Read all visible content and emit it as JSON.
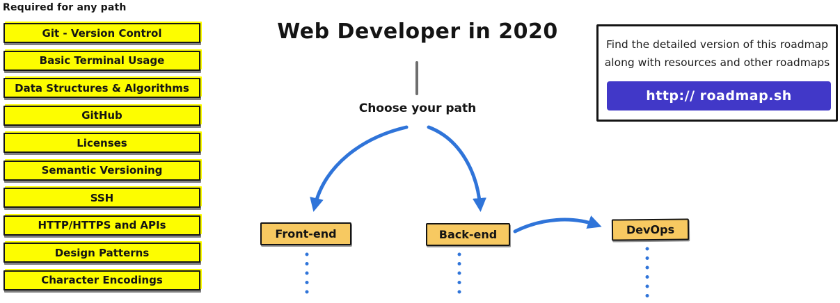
{
  "sidebar": {
    "heading": "Required for any path",
    "items": [
      "Git - Version Control",
      "Basic Terminal Usage",
      "Data Structures & Algorithms",
      "GitHub",
      "Licenses",
      "Semantic Versioning",
      "SSH",
      "HTTP/HTTPS and APIs",
      "Design Patterns",
      "Character Encodings"
    ]
  },
  "header": {
    "title": "Web Developer in 2020",
    "choose_label": "Choose your path"
  },
  "paths": {
    "front_end": "Front-end",
    "back_end": "Back-end",
    "devops": "DevOps"
  },
  "info_box": {
    "line1": "Find the detailed version of this roadmap",
    "line2": "along with resources and other roadmaps",
    "button_label": "http:// roadmap.sh"
  },
  "colors": {
    "yellow": "#FDFD00",
    "amber": "#F7C961",
    "blue": "#2F74D9",
    "purple": "#4138C8",
    "gray": "#6E6E6E",
    "ink": "#141414"
  }
}
